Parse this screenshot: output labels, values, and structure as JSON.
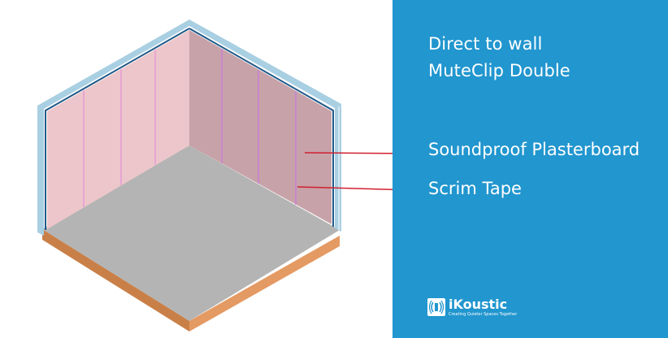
{
  "panel": {
    "title_line1": "Direct to wall",
    "title_line2": "MuteClip Double",
    "background_color": "#2196cf"
  },
  "labels": [
    {
      "text": "Soundproof Plasterboard"
    },
    {
      "text": "Scrim Tape"
    }
  ],
  "logo": {
    "name": "iKoustic",
    "tagline": "Creating Quieter Spaces Together"
  },
  "colors": {
    "wall_left": "#ecc6ca",
    "wall_right": "#c7a2a8",
    "floor": "#b4b4b4",
    "base": "#e0915a",
    "frame": "#a9cfe2",
    "arrow": "#d0202f",
    "tape_line": "#e79ad6"
  }
}
